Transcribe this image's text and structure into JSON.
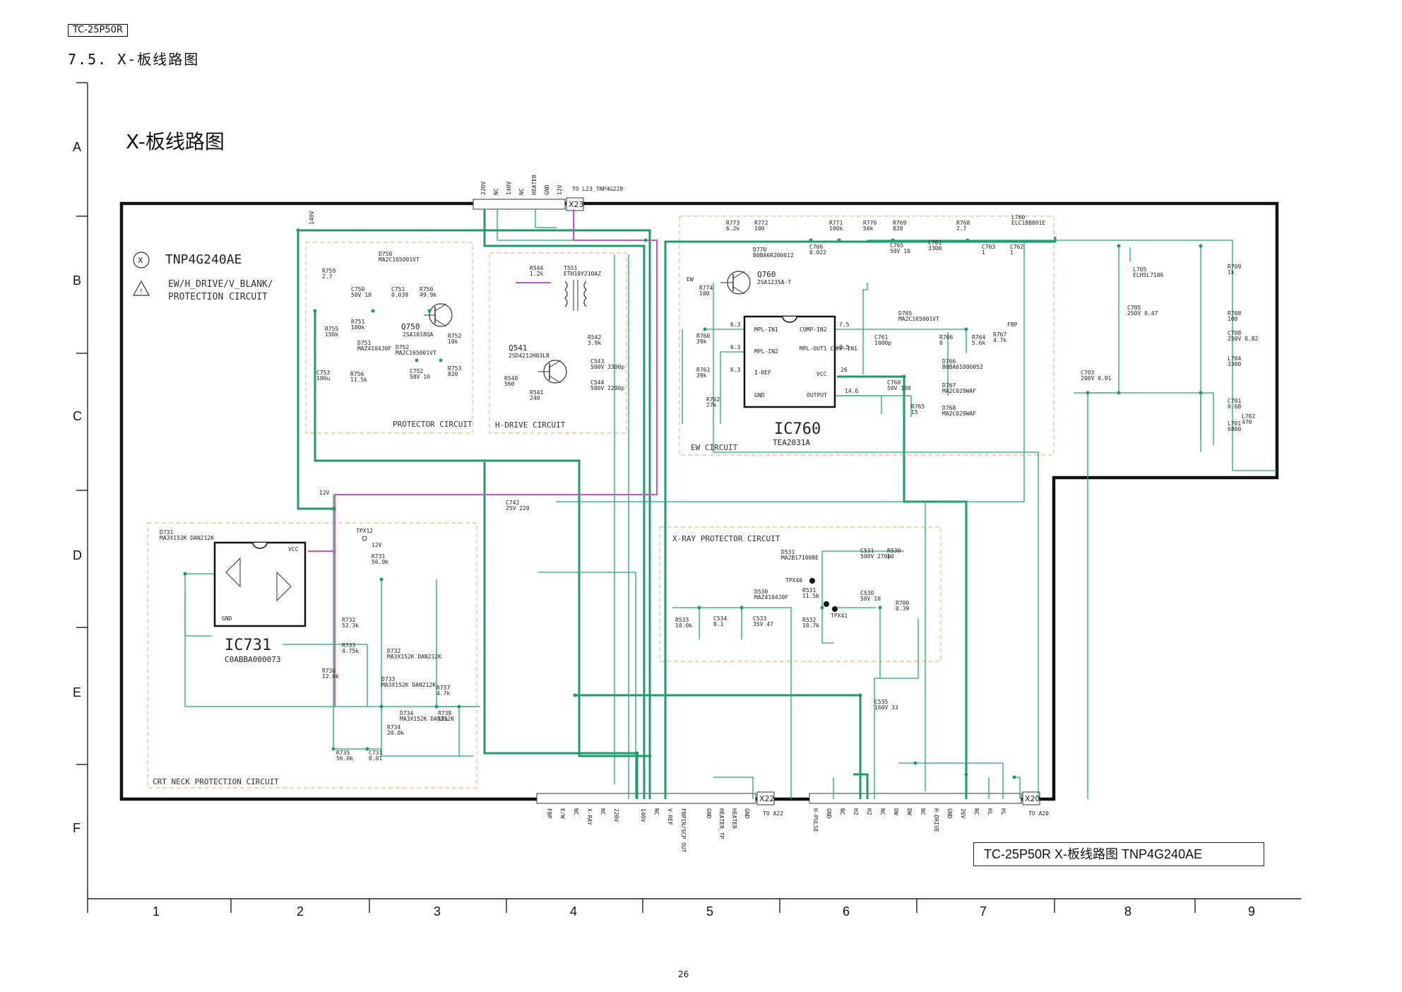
{
  "header": {
    "model": "TC-25P50R",
    "section": "7.5.  X-板线路图"
  },
  "diagram": {
    "title": "X-板线路图",
    "board_letter": "X",
    "board_number": "TNP4G240AE",
    "circuit_name_line1": "EW/H_DRIVE/V_BLANK/",
    "circuit_name_line2": "PROTECTION CIRCUIT",
    "caption": "TC-25P50R  X-板线路图  TNP4G240AE",
    "page_number": "26",
    "row_labels": [
      "A",
      "B",
      "C",
      "D",
      "E",
      "F"
    ],
    "col_labels": [
      "1",
      "2",
      "3",
      "4",
      "5",
      "6",
      "7",
      "8",
      "9"
    ],
    "blocks": {
      "protector": "PROTECTOR CIRCUIT",
      "hdrive": "H-DRIVE CIRCUIT",
      "ew": "EW CIRCUIT",
      "xray": "X-RAY PROTECTOR CIRCUIT",
      "crt": "CRT NECK PROTECTION CIRCUIT"
    },
    "ics": {
      "ic760": {
        "name": "IC760",
        "part": "TEA2031A"
      },
      "ic731": {
        "name": "IC731",
        "part": "C0ABBA000073"
      }
    },
    "transistors": {
      "q750": {
        "name": "Q750",
        "part": "2SA1018QA"
      },
      "q541": {
        "name": "Q541",
        "part": "2SD4212H03LB"
      },
      "q760": {
        "name": "Q760",
        "part": "2SA1235A-T"
      }
    },
    "connectors": {
      "x23": {
        "name": "X23",
        "dest": "TO L23_TNP4G228",
        "pins": [
          "220V",
          "NC",
          "140V",
          "NC",
          "HEATER",
          "GND",
          "12V"
        ]
      },
      "x22": {
        "name": "X22",
        "dest": "TO A22",
        "pins": [
          "FBP",
          "E/W",
          "NC",
          "X-RAY",
          "NC",
          "220V",
          "140V",
          "NC",
          "V-REF",
          "FBPIN/SCP OUT",
          "GND",
          "HEATER_TP",
          "HEATER",
          "GND"
        ]
      },
      "x20": {
        "name": "X20",
        "dest": "TO A20",
        "pins": [
          "H-PULSE",
          "GND",
          "NC",
          "H2",
          "H2",
          "NC",
          "DW",
          "DW",
          "NC",
          "H-DRIVE",
          "GND",
          "26V",
          "NC",
          "HL",
          "HL"
        ]
      }
    },
    "parts": [
      {
        "ref": "R759",
        "val": "2.7"
      },
      {
        "ref": "D750",
        "val": "MA2C165001VT"
      },
      {
        "ref": "C750",
        "val": "50V 10"
      },
      {
        "ref": "C751",
        "val": "0.039"
      },
      {
        "ref": "R750",
        "val": "49.9k"
      },
      {
        "ref": "R751",
        "val": "100k"
      },
      {
        "ref": "R755",
        "val": "150k"
      },
      {
        "ref": "D751",
        "val": "MAZ4104J0F"
      },
      {
        "ref": "D752",
        "val": "MA2C165001VT"
      },
      {
        "ref": "R752",
        "val": "10k"
      },
      {
        "ref": "C753",
        "val": "100u"
      },
      {
        "ref": "R756",
        "val": "11.5k"
      },
      {
        "ref": "C752",
        "val": "50V 10"
      },
      {
        "ref": "R753",
        "val": "820"
      },
      {
        "ref": "R544",
        "val": "1.2k"
      },
      {
        "ref": "T551",
        "val": "ETH19Y210AZ"
      },
      {
        "ref": "R542",
        "val": "3.9k"
      },
      {
        "ref": "C543",
        "val": "500V 3300p"
      },
      {
        "ref": "R540",
        "val": "560"
      },
      {
        "ref": "R541",
        "val": "240"
      },
      {
        "ref": "C544",
        "val": "500V 2200p"
      },
      {
        "ref": "R773",
        "val": "6.2k"
      },
      {
        "ref": "R772",
        "val": "100"
      },
      {
        "ref": "R771",
        "val": "100k"
      },
      {
        "ref": "R770",
        "val": "56k"
      },
      {
        "ref": "R769",
        "val": "820"
      },
      {
        "ref": "R768",
        "val": "2.7"
      },
      {
        "ref": "L760",
        "val": "ELC18B801E"
      },
      {
        "ref": "D770",
        "val": "B0BA6R200012"
      },
      {
        "ref": "C766",
        "val": "0.022"
      },
      {
        "ref": "C765",
        "val": "50V 10"
      },
      {
        "ref": "L761",
        "val": "3300"
      },
      {
        "ref": "C763",
        "val": "1"
      },
      {
        "ref": "C762",
        "val": "1"
      },
      {
        "ref": "R774",
        "val": "100"
      },
      {
        "ref": "R760",
        "val": "39k"
      },
      {
        "ref": "R761",
        "val": "39k"
      },
      {
        "ref": "R762",
        "val": "27k"
      },
      {
        "ref": "D765",
        "val": "MA2C165001VT"
      },
      {
        "ref": "C761",
        "val": "1000p"
      },
      {
        "ref": "R766",
        "val": "0"
      },
      {
        "ref": "R764",
        "val": "5.6k"
      },
      {
        "ref": "R767",
        "val": "4.7k"
      },
      {
        "ref": "D766",
        "val": "B0BA01000052"
      },
      {
        "ref": "D767",
        "val": "MA2C029WAF"
      },
      {
        "ref": "D768",
        "val": "MA2C029WAF"
      },
      {
        "ref": "C760",
        "val": "50V 100"
      },
      {
        "ref": "R765",
        "val": "15"
      },
      {
        "ref": "L705",
        "val": "ELH5L7106"
      },
      {
        "ref": "R709",
        "val": "1k"
      },
      {
        "ref": "C705",
        "val": "250V 0.47"
      },
      {
        "ref": "R708",
        "val": "100"
      },
      {
        "ref": "C708",
        "val": "250V 0.82"
      },
      {
        "ref": "L704",
        "val": "3300"
      },
      {
        "ref": "C703",
        "val": "200V 0.91"
      },
      {
        "ref": "C701",
        "val": "0.68"
      },
      {
        "ref": "L701",
        "val": "6800"
      },
      {
        "ref": "L702",
        "val": "470"
      },
      {
        "ref": "C742",
        "val": "25V 220"
      },
      {
        "ref": "D731",
        "val": "MA3X152K DAN212K"
      },
      {
        "ref": "R731",
        "val": "56.0k"
      },
      {
        "ref": "R732",
        "val": "52.3k"
      },
      {
        "ref": "R733",
        "val": "4.75k"
      },
      {
        "ref": "D732",
        "val": "MA3X152K DAN212K"
      },
      {
        "ref": "R736",
        "val": "12.0k"
      },
      {
        "ref": "D733",
        "val": "MA3X152K DAN212K"
      },
      {
        "ref": "D734",
        "val": "MA3X152K DAN212K"
      },
      {
        "ref": "R737",
        "val": "4.7k"
      },
      {
        "ref": "R738",
        "val": "10k"
      },
      {
        "ref": "R734",
        "val": "20.0k"
      },
      {
        "ref": "R735",
        "val": "56.0k"
      },
      {
        "ref": "C731",
        "val": "0.01"
      },
      {
        "ref": "D531",
        "val": "MA2B171008E"
      },
      {
        "ref": "C531",
        "val": "500V 270p"
      },
      {
        "ref": "R530",
        "val": "10"
      },
      {
        "ref": "D530",
        "val": "MAZ4104J0F"
      },
      {
        "ref": "R531",
        "val": "11.5k"
      },
      {
        "ref": "C530",
        "val": "50V 10"
      },
      {
        "ref": "R700",
        "val": "0.39"
      },
      {
        "ref": "R533",
        "val": "10.0k"
      },
      {
        "ref": "C534",
        "val": "0.1"
      },
      {
        "ref": "C533",
        "val": "35V 47"
      },
      {
        "ref": "R532",
        "val": "10.7k"
      },
      {
        "ref": "C535",
        "val": "160V 33"
      }
    ],
    "test_points": [
      "TPX12",
      "TPX40",
      "TPX41"
    ],
    "net_labels": {
      "v12": "12V",
      "v12b": "12V",
      "v140": "140V",
      "ew": "EW",
      "fbp": "FBP"
    },
    "ic760_pins": [
      "MPL-IN1",
      "MPL-IN2",
      "I-REF",
      "GND",
      "COMP-IN2",
      "MPL-OUT1 COMP-IN1",
      "VCC",
      "OUTPUT"
    ],
    "ic731_pins": {
      "vcc": "VCC",
      "gnd": "GND"
    },
    "pin_voltages": [
      "6.3",
      "6.3",
      "6.3",
      "7.5",
      "7.5",
      "26",
      "14.6"
    ]
  },
  "colors": {
    "wire": "#2aa37a",
    "wire_thick": "#1f9a6e",
    "wire_pink": "#cc55cc",
    "block_border": "#f0c49a",
    "frame": "#111111"
  }
}
